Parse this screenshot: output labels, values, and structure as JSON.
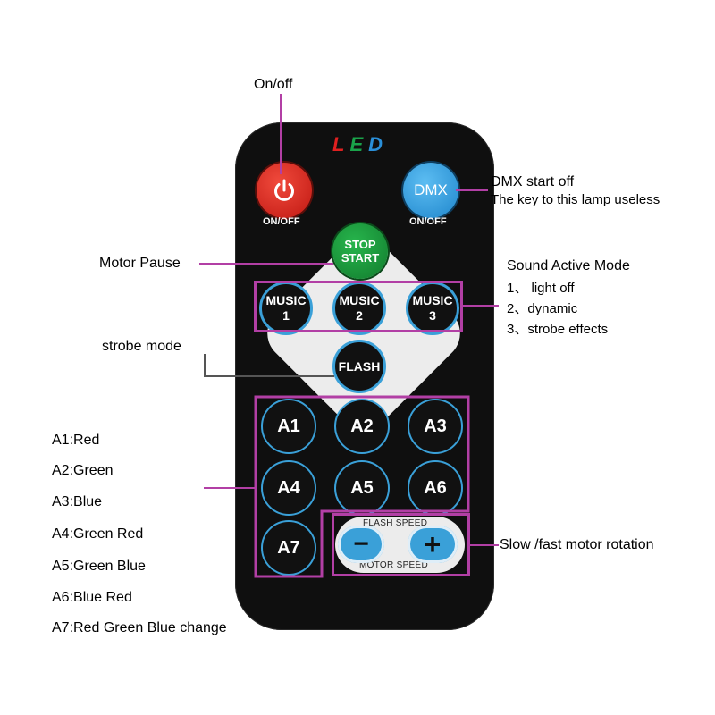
{
  "remote": {
    "logo_letters": [
      {
        "char": "L",
        "color": "#e02020"
      },
      {
        "char": "E",
        "color": "#1aa34a"
      },
      {
        "char": "D",
        "color": "#2a8fd8"
      }
    ],
    "power_sublabel": "ON/OFF",
    "dmx_label": "DMX",
    "dmx_sublabel": "ON/OFF",
    "stop_start": [
      "STOP",
      "START"
    ],
    "music_buttons": [
      {
        "line1": "MUSIC",
        "line2": "1"
      },
      {
        "line1": "MUSIC",
        "line2": "2"
      },
      {
        "line1": "MUSIC",
        "line2": "3"
      }
    ],
    "flash_label": "FLASH",
    "color_buttons": [
      "A1",
      "A2",
      "A3",
      "A4",
      "A5",
      "A6",
      "A7"
    ],
    "speed": {
      "top_label": "FLASH SPEED",
      "bottom_label": "MOTOR SPEED",
      "minus": "−",
      "plus": "+"
    },
    "colors": {
      "body": "#0f0f0f",
      "power": "#d8261f",
      "dmx": "#2f9de0",
      "stop_start": "#1a9a3c",
      "button_ring": "#3aa0d8",
      "annotation": "#b23fa5"
    }
  },
  "annotations": {
    "on_off": "On/off",
    "dmx_title": "DMX start off",
    "dmx_desc": "The key to this lamp useless",
    "motor_pause": "Motor Pause",
    "sound_title": "Sound Active Mode",
    "sound_items": [
      "1、 light off",
      "2、dynamic",
      "3、strobe effects"
    ],
    "strobe": "strobe mode",
    "color_legend": [
      "A1:Red",
      "A2:Green",
      "A3:Blue",
      "A4:Green Red",
      "A5:Green  Blue",
      "A6:Blue Red",
      "A7:Red Green Blue change"
    ],
    "speed": "Slow /fast motor rotation"
  }
}
